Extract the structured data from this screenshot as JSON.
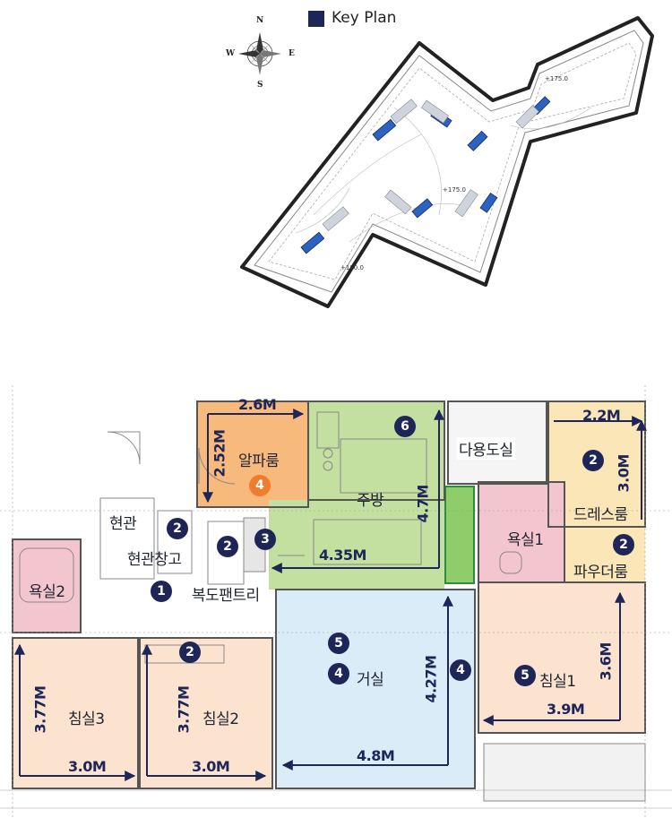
{
  "key_plan": {
    "title": "Key Plan",
    "compass": {
      "n": "N",
      "s": "S",
      "e": "E",
      "w": "W"
    },
    "elevations": [
      "+175.0",
      "+175.0",
      "+180.0"
    ],
    "accent_color": "#1e2658"
  },
  "rooms": {
    "alpha_room": "알파룸",
    "kitchen": "주방",
    "utility": "다용도실",
    "dress_room": "드레스룸",
    "bath1": "욕실1",
    "powder_room": "파우더룸",
    "entrance": "현관",
    "entrance_storage": "현관창고",
    "bath2": "욕실2",
    "hall_pantry": "복도팬트리",
    "living": "거실",
    "bed1": "침실1",
    "bed2": "침실2",
    "bed3": "침실3"
  },
  "dimensions": {
    "alpha_w": "2.6M",
    "alpha_h": "2.52M",
    "kitchen_w": "4.35M",
    "kitchen_h": "4.7M",
    "dress_w": "2.2M",
    "dress_h": "3.0M",
    "living_w": "4.8M",
    "living_h": "4.27M",
    "bed1_w": "3.9M",
    "bed1_h": "3.6M",
    "bed2_w": "3.0M",
    "bed2_h": "3.77M",
    "bed3_w": "3.0M",
    "bed3_h": "3.77M"
  },
  "badges": {
    "kitchen": "6",
    "alpha": "4",
    "dress": "2",
    "powder": "2",
    "entrance": "2",
    "storage": "2",
    "pantry": "3",
    "hall": "1",
    "bed2": "2",
    "living_a": "5",
    "living_b": "4",
    "living_c": "4",
    "bed1": "5"
  },
  "colors": {
    "alpha_room": "#f7b97c",
    "kitchen": "#c4e0a0",
    "living": "#d9ecf8",
    "bedroom": "#fbe3cf",
    "bath": "#f3c6cf",
    "dress": "#fbe6b8",
    "badge": "#1e2658",
    "badge_alpha": "#ef7d2d"
  }
}
